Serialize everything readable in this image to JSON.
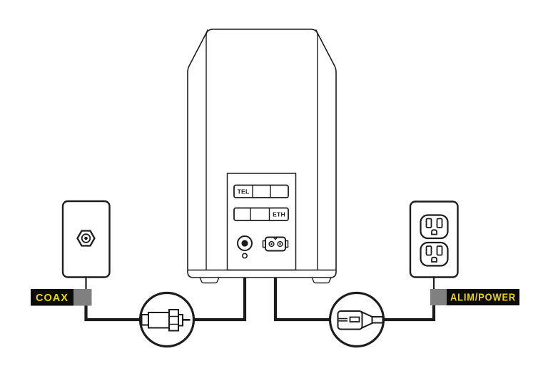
{
  "colors": {
    "background": "#ffffff",
    "line": "#1c1c1c",
    "label_bg": "#0b0b0b",
    "label_text": "#ecd212",
    "connector_gray": "#808080"
  },
  "device": {
    "ports": {
      "tel": "TEL",
      "eth": "ETH"
    }
  },
  "labels": {
    "coax": "COAX",
    "power": "ALIM/POWER"
  }
}
